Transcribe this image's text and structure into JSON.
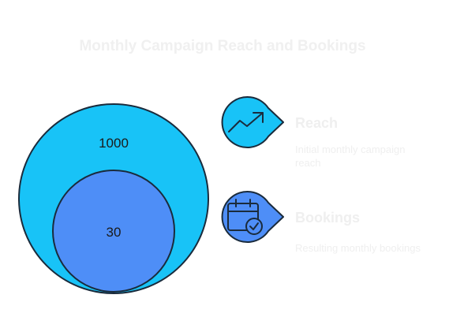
{
  "title": "Monthly Campaign Reach and Bookings",
  "colors": {
    "outer_circle": "#18c3f7",
    "inner_circle": "#4e8ef7",
    "stroke": "#1a2b3c",
    "faint_text": "#efefef"
  },
  "circles": {
    "outer": {
      "value": "1000",
      "name": "Reach"
    },
    "inner": {
      "value": "30",
      "name": "Bookings"
    }
  },
  "legend": [
    {
      "icon": "trending-up-icon",
      "title": "Reach",
      "description": "Initial monthly campaign reach"
    },
    {
      "icon": "calendar-check-icon",
      "title": "Bookings",
      "description": "Resulting monthly bookings"
    }
  ]
}
